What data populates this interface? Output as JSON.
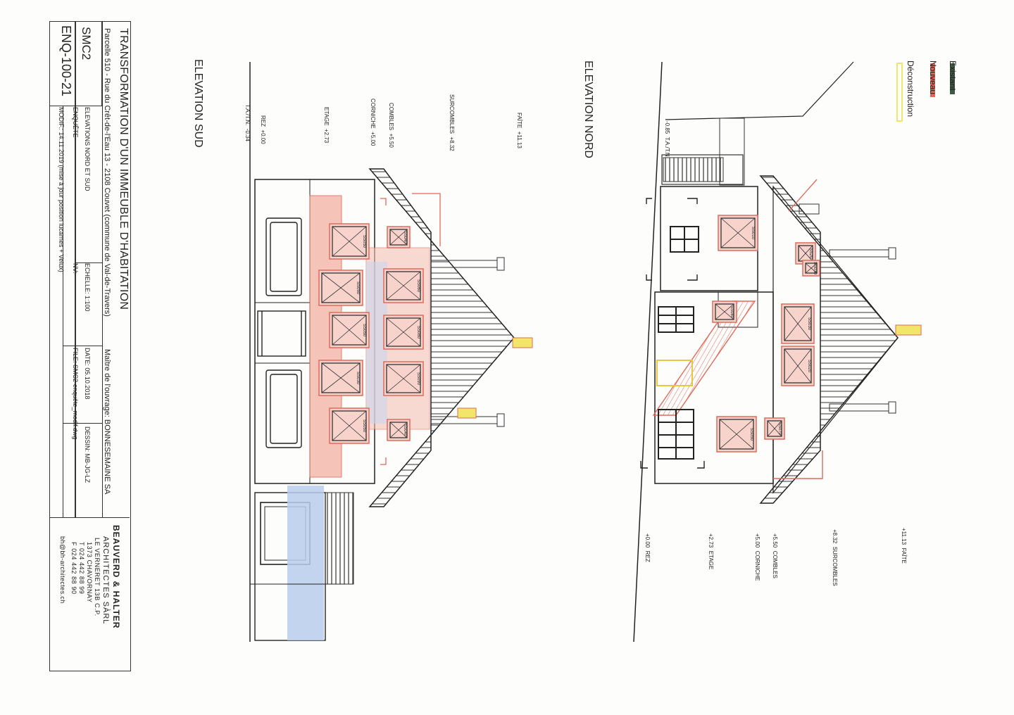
{
  "legend": {
    "items": [
      {
        "label": "Existant",
        "color": "#3f5a42"
      },
      {
        "label": "Nouveau",
        "color": "#e06a5a"
      },
      {
        "label": "Déconstruction",
        "color": "#f2e66a"
      }
    ]
  },
  "elevation_nord": {
    "title": "ELEVATION NORD",
    "levels": [
      {
        "value": "+11.13",
        "label": "FAÎTE"
      },
      {
        "value": "+8.32",
        "label": "SURCOMBLES"
      },
      {
        "value": "+5.50",
        "label": "COMBLES"
      },
      {
        "value": "+5.00",
        "label": "CORNICHE"
      },
      {
        "value": "+2.73",
        "label": "ETAGE"
      },
      {
        "value": "+0.00",
        "label": "REZ"
      }
    ],
    "terrain": {
      "value": "-0.85",
      "label": "T.A./T.N."
    },
    "window_codes": [
      "SS010",
      "SS20",
      "SS080",
      "SS030",
      "SS020",
      "SS070",
      "SS050",
      "SS030"
    ]
  },
  "elevation_sud": {
    "title": "ELEVATION SUD",
    "levels": [
      {
        "value": "+11.13",
        "label": "FAÎTE"
      },
      {
        "value": "+8.32",
        "label": "SURCOMBLES"
      },
      {
        "value": "+5.50",
        "label": "COMBLES"
      },
      {
        "value": "+5.00",
        "label": "CORNICHE"
      },
      {
        "value": "+2.73",
        "label": "ETAGE"
      },
      {
        "value": "+0.00",
        "label": "REZ"
      }
    ],
    "terrain": {
      "value": "-0.34",
      "label": "T.A./T.N."
    },
    "window_codes": [
      "SS050",
      "SS050",
      "SS050",
      "SS040",
      "SS040",
      "SS060",
      "SS080",
      "SS090",
      "SS050",
      "SS030"
    ]
  },
  "title_block": {
    "project_title": "TRANSFORMATION D'UN IMMEUBLE D'HABITATION",
    "address": "Parcelle 510 - Rue du Crêt-de-l'Eau 13 - 2108 Couvet (commune de Val-de-Travers)",
    "client": "Maître de l'ouvrage: BONNESEMAINE SA",
    "code": "SMC2",
    "drawing_title": "ELEVATIONS NORD ET SUD",
    "scale": "ECHELLE: 1:100",
    "date": "DATE: 05.10.2018",
    "drawn_by": "DESSIN: MB-JG-LZ",
    "phase": "ENQUÊTE",
    "nv": "NV:",
    "file": "FILE: SMC2-enquête_modif.dwg",
    "sheet_number": "ENQ-100-21",
    "modif": "MODIF.: 14.11.2019 (mise à jour position lucarnes + Velux)"
  },
  "architect": {
    "name": "BEAUVERD & HALTER",
    "company": "ARCHITECTES SÀRL",
    "street": "LE VERNERET 13B C.P.",
    "city": "1373 CHAVORNAY",
    "phone": "T  024 442 88 99",
    "fax": "F  024 442 88 90",
    "email": "bh@bh-architectes.ch"
  }
}
